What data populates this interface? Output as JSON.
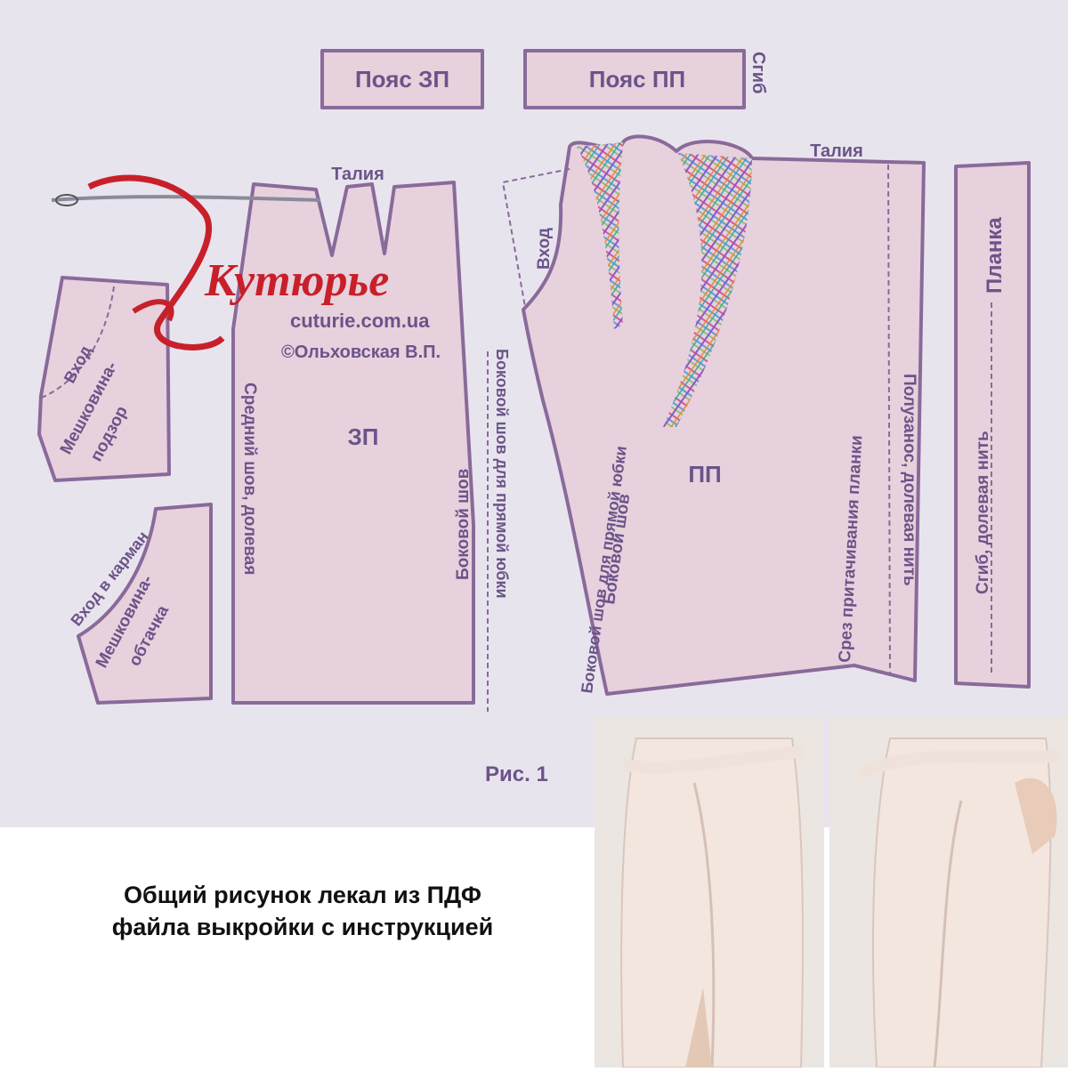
{
  "colors": {
    "background": "#e8e4ee",
    "piece_fill": "#e7d1dd",
    "outline": "#8a6a9a",
    "text": "#6b5489",
    "logo_red": "#c8202a"
  },
  "labels": {
    "belt_back": "Пояс ЗП",
    "belt_front": "Пояс ПП",
    "fold_top": "Сгиб",
    "waist_back": "Талия",
    "waist_front": "Талия",
    "placket": "Планка",
    "placket_fold": "Сгиб, долевая нить",
    "back_piece": "ЗП",
    "front_piece": "ПП",
    "center_seam": "Средний шов, долевая",
    "side_seam": "Боковой шов",
    "side_seam_straight_back": "Боковой шов для прямой юбки",
    "side_seam_straight_front": "Боковой шов для прямой юбки",
    "side_seam_front": "Боковой шов",
    "entry_front": "Вход",
    "placket_edge": "Срез притачивания планки",
    "half_overlap": "Полузанос, долевая нить",
    "pocket_entry": "Вход",
    "pocket_bag_1": "Мешковина-",
    "pocket_bag_1b": "подзор",
    "pocket_entry_2": "Вход в карман",
    "pocket_bag_2": "Мешковина-",
    "pocket_bag_2b": "обтачка",
    "figure": "Рис. 1"
  },
  "logo": {
    "name": "Кутюрье",
    "site": "cuturie.com.ua",
    "author": "©Ольховская В.П."
  },
  "caption": {
    "line1": "Общий рисунок лекал из ПДФ",
    "line2": "файла выкройки с инструкцией"
  },
  "photos": {
    "left": "skirt-photo-front",
    "right": "skirt-photo-side"
  }
}
